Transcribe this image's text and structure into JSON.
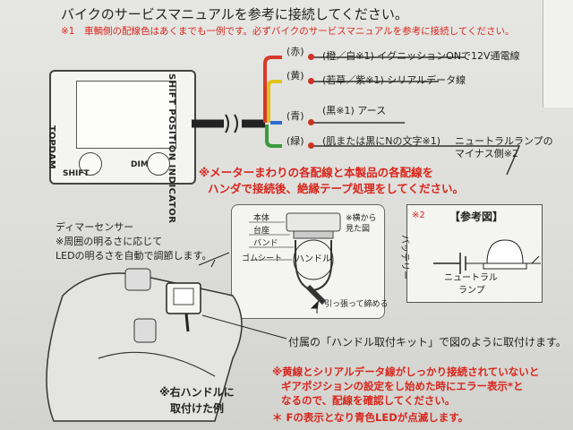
{
  "header": {
    "title": "バイクのサービスマニュアルを参考に接続してください。",
    "note": "※1　車輌側の配線色はあくまでも一例です。必ずバイクのサービスマニュアルを参考に接続してください。"
  },
  "device": {
    "logo": "TOPDAM",
    "side_label": "SHIFT POSITION INDICATOR",
    "shift_label": "SHIFT",
    "dim_label": "DIM"
  },
  "wires": [
    {
      "tag": "(赤)",
      "desc": "(橙／白※1) イグニッションONで12V通電線",
      "color": "#d83a2a"
    },
    {
      "tag": "(黄)",
      "desc": "(若草／紫※1) シリアルデータ線",
      "color": "#e2c21a"
    },
    {
      "tag": "(青)",
      "desc": "(黒※1) アース",
      "color": "#2a6bd0"
    },
    {
      "tag": "(緑)",
      "desc": "(肌または黒にNの文字※1)",
      "color": "#3a9a3a"
    }
  ],
  "neutral_label": {
    "line1": "ニュートラルランプの",
    "line2": "マイナス側※2"
  },
  "warning": {
    "line1": "※メーターまわりの各配線と本製品の各配線を",
    "line2": "ハンダで接続後、絶縁テープ処理をしてください。"
  },
  "dimmer": {
    "line1": "ディマーセンサー",
    "line2": "※周囲の明るさに応じて",
    "line3": "LEDの明るさを自動で調節します。"
  },
  "mount": {
    "body": "本体",
    "base": "台座",
    "band": "バンド",
    "rubber": "ゴムシート",
    "handle": "ハンドル",
    "side_note_1": "※横から",
    "side_note_2": "見た図",
    "pull": "引っ張って締める"
  },
  "reference": {
    "mark": "※2",
    "title": "【参考図】",
    "battery": "バッテリー",
    "lamp_1": "ニュートラル",
    "lamp_2": "ランプ"
  },
  "kit_text": "付属の「ハンドル取付キット」で図のように取付けます。",
  "right_handle": {
    "line1": "※右ハンドルに",
    "line2": "取付けた例"
  },
  "bottom_notes": {
    "line1": "※黄線とシリアルデータ線がしっかり接続されていないと",
    "line2": "ギアポジションの設定をし始めた時にエラー表示*と",
    "line3": "なるので、配線を確認してください。",
    "line4": "＊ Fの表示となり青色LEDが点滅します。"
  },
  "colors": {
    "red": "#d8261c",
    "wire_red": "#d83a2a",
    "wire_yellow": "#e2c21a",
    "wire_blue": "#2a6bd0",
    "wire_green": "#3a9a3a"
  }
}
